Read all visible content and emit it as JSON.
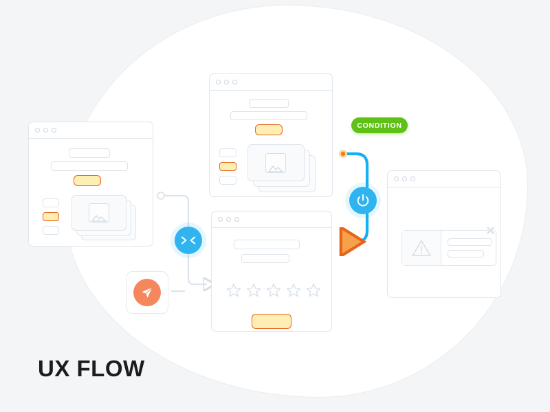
{
  "page": {
    "title": "UX FLOW",
    "background_color": "#f4f5f7",
    "blob_color": "#ffffff"
  },
  "colors": {
    "accent_blue": "#2fb4f0",
    "accent_orange": "#f4875c",
    "highlight_orange_border": "#e8641d",
    "highlight_orange_fill": "#fdeeb4",
    "badge_green": "#5fc016",
    "wire_gray": "#dfe5ec",
    "connector_gray": "#d9e0e8"
  },
  "badge": {
    "label": "CONDITION",
    "color": "#5fc016"
  },
  "windows": [
    {
      "id": "window-catalog-left",
      "name": "catalog-screen",
      "traffic_lights": 3,
      "elements": [
        {
          "type": "bar",
          "name": "heading-bar"
        },
        {
          "type": "bar",
          "name": "subheading-bar"
        },
        {
          "type": "button",
          "name": "primary-cta-button",
          "highlight": true
        },
        {
          "type": "chip",
          "name": "filter-chip-1",
          "active": false
        },
        {
          "type": "chip",
          "name": "filter-chip-2",
          "active": true
        },
        {
          "type": "chip",
          "name": "filter-chip-3",
          "active": false
        },
        {
          "type": "card-stack",
          "name": "image-card-stack",
          "count": 3,
          "icon": "image-placeholder-icon"
        }
      ]
    },
    {
      "id": "window-catalog-top",
      "name": "catalog-detail-screen",
      "traffic_lights": 3,
      "elements": [
        {
          "type": "bar",
          "name": "heading-bar"
        },
        {
          "type": "bar",
          "name": "subheading-bar"
        },
        {
          "type": "button",
          "name": "primary-cta-button",
          "highlight": true
        },
        {
          "type": "chip",
          "name": "filter-chip-1",
          "active": false
        },
        {
          "type": "chip",
          "name": "filter-chip-2",
          "active": true
        },
        {
          "type": "chip",
          "name": "filter-chip-3",
          "active": false
        },
        {
          "type": "card-stack",
          "name": "image-card-stack",
          "count": 3,
          "icon": "image-placeholder-icon"
        }
      ]
    },
    {
      "id": "window-rating",
      "name": "rating-screen",
      "traffic_lights": 3,
      "elements": [
        {
          "type": "bar",
          "name": "heading-bar"
        },
        {
          "type": "bar",
          "name": "subheading-bar"
        },
        {
          "type": "rating",
          "name": "star-rating",
          "stars": 5,
          "filled": 0
        },
        {
          "type": "button",
          "name": "submit-button",
          "highlight": true
        }
      ]
    },
    {
      "id": "window-error",
      "name": "error-screen",
      "traffic_lights": 3,
      "elements": [
        {
          "type": "alert-panel",
          "name": "error-alert-panel",
          "icon": "warning-triangle-icon"
        },
        {
          "type": "bar",
          "name": "alert-message-bar-1"
        },
        {
          "type": "bar",
          "name": "alert-message-bar-2"
        },
        {
          "type": "icon",
          "name": "close-icon"
        }
      ]
    }
  ],
  "nodes": [
    {
      "id": "node-merge",
      "name": "merge-node",
      "icon": "collapse-arrows-icon",
      "color": "#2fb4f0"
    },
    {
      "id": "node-power",
      "name": "condition-loop-node",
      "icon": "power-icon",
      "color": "#2fb4f0"
    },
    {
      "id": "node-send",
      "name": "send-action-card",
      "icon": "send-plane-icon",
      "color": "#f4875c"
    }
  ],
  "connectors": [
    {
      "id": "conn-left-to-merge",
      "name": "connector-left-to-merge",
      "style": "gray",
      "start": "circle",
      "end": "none"
    },
    {
      "id": "conn-merge-to-rating",
      "name": "connector-merge-to-rating",
      "style": "gray",
      "start": "none",
      "end": "arrow"
    },
    {
      "id": "conn-send-to-rating",
      "name": "connector-send-to-rating",
      "style": "gray",
      "start": "none",
      "end": "arrow"
    },
    {
      "id": "conn-condition-loop",
      "name": "connector-condition-loop",
      "style": "blue",
      "start": "dot",
      "end": "arrow"
    }
  ]
}
